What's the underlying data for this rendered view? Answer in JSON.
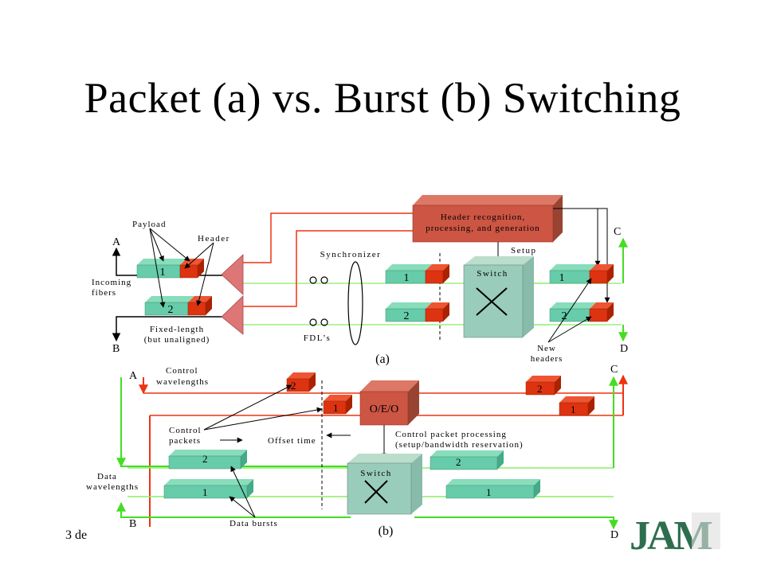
{
  "title": "Packet (a) vs. Burst (b) Switching",
  "page_number": "3 de",
  "logo_text": "JAM",
  "colors": {
    "green_line": "#66ff44",
    "red_line": "#ee3311",
    "packet_body": "#66ccaa",
    "header_red": "#dd3311",
    "switch_box": "#99ccbb",
    "processor_box": "#cc5544"
  },
  "part_a": {
    "label": "(a)",
    "processor_label_1": "Header recognition,",
    "processor_label_2": "processing, and generation",
    "payload_label": "Payload",
    "header_label": "Header",
    "input_a": "A",
    "input_b": "B",
    "incoming_1": "Incoming",
    "incoming_2": "fibers",
    "fixed_1": "Fixed-length",
    "fixed_2": "(but unaligned)",
    "synchronizer_label": "Synchronizer",
    "fdl_label": "FDL’s",
    "setup_label": "Setup",
    "switch_label": "Switch",
    "output_c": "C",
    "output_d": "D",
    "new_headers_1": "New",
    "new_headers_2": "headers",
    "packet_1": "1",
    "packet_2": "2"
  },
  "part_b": {
    "label": "(b)",
    "input_a": "A",
    "input_b": "B",
    "control_wl_1": "Control",
    "control_wl_2": "wavelengths",
    "control_packets_1": "Control",
    "control_packets_2": "packets",
    "offset_time": "Offset time",
    "oeo_label": "O/E/O",
    "cp_processing_1": "Control packet processing",
    "cp_processing_2": "(setup/bandwidth reservation)",
    "data_wl_1": "Data",
    "data_wl_2": "wavelengths",
    "data_bursts": "Data bursts",
    "switch_label": "Switch",
    "output_c": "C",
    "output_d": "D",
    "burst_1": "1",
    "burst_2": "2"
  }
}
